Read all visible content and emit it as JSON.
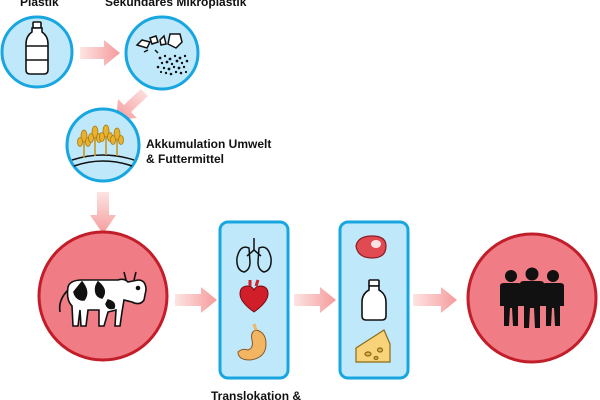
{
  "labels": {
    "plastic": "Plastik",
    "secondary_microplastic": "Sekundäres Mikroplastik",
    "accumulation": "Akkumulation Umwelt",
    "accumulation_2": "& Futtermittel",
    "translocation": "Translokation &"
  },
  "icons": {
    "plastic": "bottle-icon",
    "microplastic": "microplastic-fragments-icon",
    "accumulation": "wheat-field-icon",
    "livestock": "cow-icon",
    "organs": [
      "lungs-icon",
      "heart-icon",
      "stomach-icon"
    ],
    "foods": [
      "meat-icon",
      "milk-bottle-icon",
      "cheese-icon"
    ],
    "humans": "people-group-icon"
  },
  "colors": {
    "blue_fill": "#bfe9fa",
    "blue_stroke": "#18a6e0",
    "red_fill": "#f07c85",
    "red_stroke": "#c21e2a",
    "arrow": "#f7b3b3"
  }
}
